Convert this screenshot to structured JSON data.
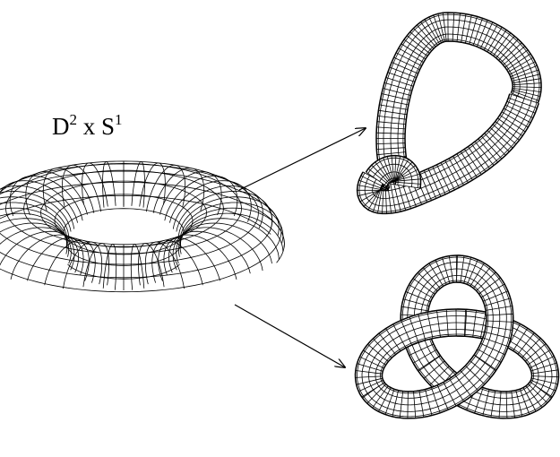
{
  "figure": {
    "label_base_1": "D",
    "label_exp_1": "2",
    "label_mid": " x S",
    "label_exp_2": "1",
    "stroke_color": "#000000",
    "background": "#ffffff",
    "objects": [
      {
        "name": "solid-torus",
        "icon": "torus-mesh"
      },
      {
        "name": "knotted-tube-unknot",
        "icon": "knotted-mesh"
      },
      {
        "name": "knotted-tube-trefoil",
        "icon": "trefoil-mesh"
      }
    ],
    "arrows": 2
  }
}
